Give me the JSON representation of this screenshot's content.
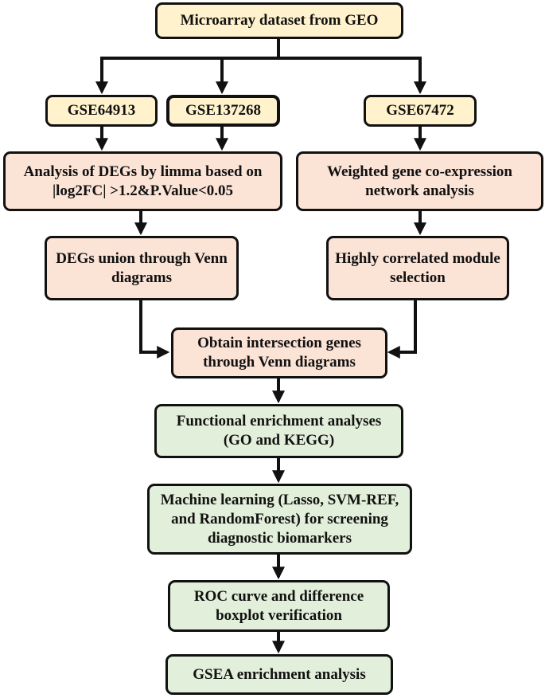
{
  "colors": {
    "yellow": "#FFF2CC",
    "pink": "#FBE3D6",
    "green": "#E2EFDA",
    "border": "#111111"
  },
  "nodes": {
    "source": "Microarray dataset  from GEO",
    "gse64913": "GSE64913",
    "gse137268": "GSE137268",
    "gse67472": "GSE67472",
    "deg_analysis": "Analysis of DEGs by limma based on |log2FC| >1.2&P.Value<0.05",
    "wgcna": "Weighted gene co-expression network analysis",
    "deg_union": "DEGs union through Venn diagrams",
    "module_selection": "Highly correlated module selection",
    "intersection": "Obtain intersection genes through Venn diagrams",
    "enrichment": "Functional enrichment analyses (GO and KEGG)",
    "machine_learning": "Machine learning (Lasso, SVM-REF, and RandomForest) for screening diagnostic biomarkers",
    "roc": "ROC curve and difference boxplot verification",
    "gsea": "GSEA enrichment analysis"
  }
}
